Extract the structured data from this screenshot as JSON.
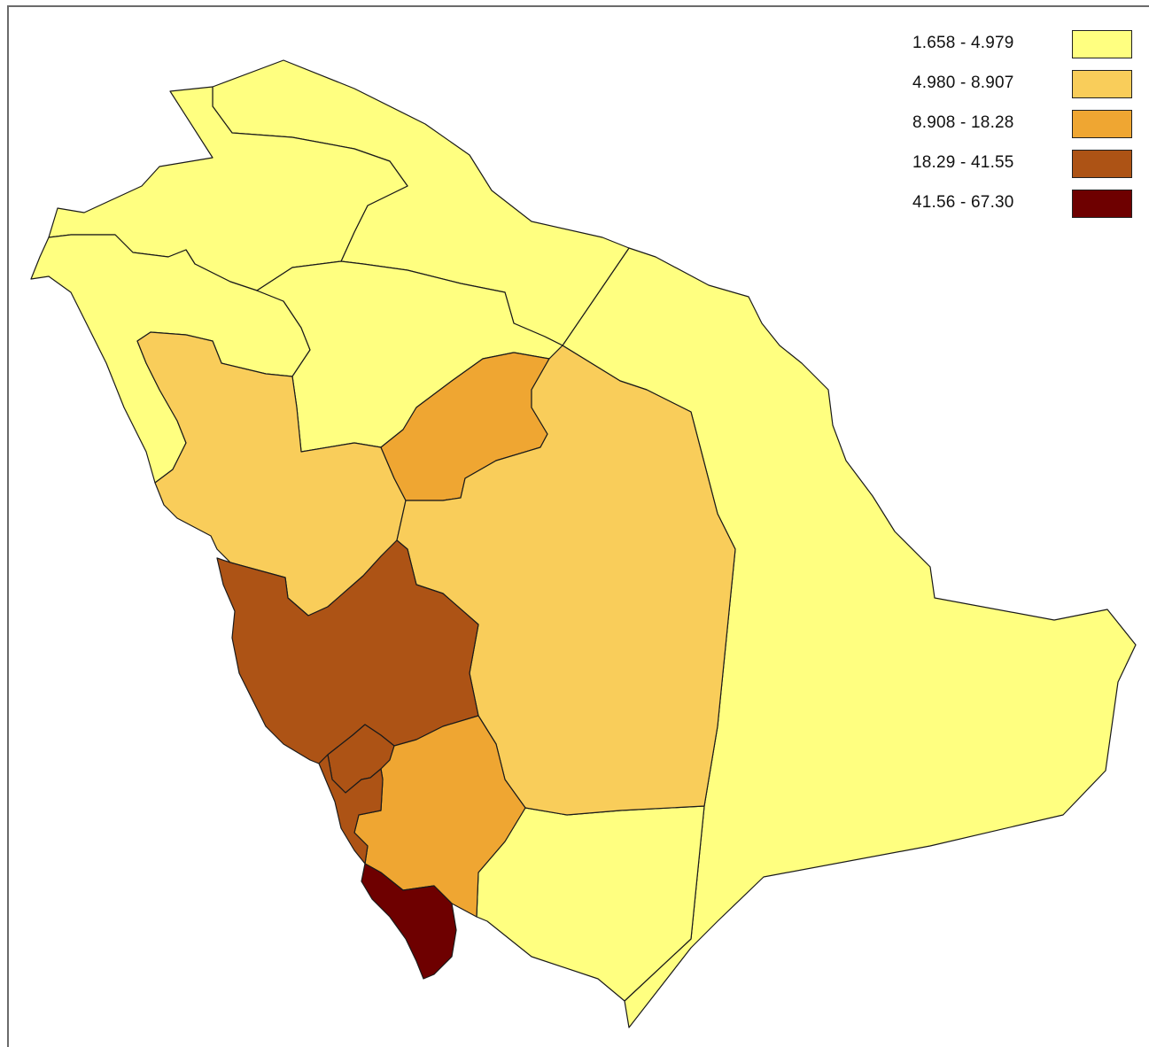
{
  "legend": {
    "classes": [
      {
        "label": "1.658 - 4.979",
        "color": "#FFFF80"
      },
      {
        "label": "4.980 - 8.907",
        "color": "#F9CD5A"
      },
      {
        "label": "8.908 - 18.28",
        "color": "#EFA632"
      },
      {
        "label": "18.29 - 41.55",
        "color": "#AD5315"
      },
      {
        "label": "41.56 - 67.30",
        "color": "#6E0000"
      }
    ]
  },
  "regions": [
    {
      "name": "tabuk",
      "class": 0
    },
    {
      "name": "al-jawf",
      "class": 0
    },
    {
      "name": "northern-borders",
      "class": 0
    },
    {
      "name": "hail",
      "class": 0
    },
    {
      "name": "qassim",
      "class": 2
    },
    {
      "name": "eastern-province",
      "class": 0
    },
    {
      "name": "madinah",
      "class": 1
    },
    {
      "name": "riyadh",
      "class": 1
    },
    {
      "name": "makkah",
      "class": 3
    },
    {
      "name": "al-bahah",
      "class": 3
    },
    {
      "name": "asir",
      "class": 2
    },
    {
      "name": "jazan-coast",
      "class": 3
    },
    {
      "name": "jazan",
      "class": 4
    },
    {
      "name": "najran",
      "class": 0
    }
  ]
}
